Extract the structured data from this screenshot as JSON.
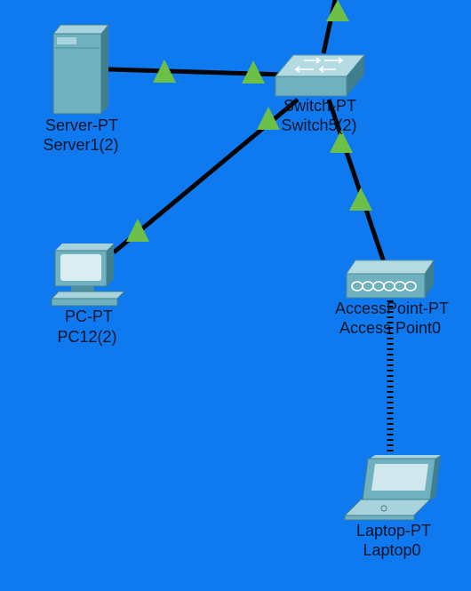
{
  "devices": [
    {
      "id": "server",
      "type_label": "Server-PT",
      "name": "Server1(2)",
      "icon": "server-icon"
    },
    {
      "id": "switch",
      "type_label": "Switch-PT",
      "name": "Switch5(2)",
      "icon": "switch-icon"
    },
    {
      "id": "pc",
      "type_label": "PC-PT",
      "name": "PC12(2)",
      "icon": "pc-icon"
    },
    {
      "id": "ap",
      "type_label": "AccessPoint-PT",
      "name": "Access Point0",
      "icon": "access-point-icon"
    },
    {
      "id": "laptop",
      "type_label": "Laptop-PT",
      "name": "Laptop0",
      "icon": "laptop-icon"
    }
  ],
  "links": [
    {
      "from": "server",
      "to": "switch",
      "kind": "copper",
      "status": "up"
    },
    {
      "from": "pc",
      "to": "switch",
      "kind": "copper",
      "status": "up"
    },
    {
      "from": "switch",
      "to": "ap",
      "kind": "copper",
      "status": "up"
    },
    {
      "from": "switch",
      "to": "offscreen-top",
      "kind": "copper",
      "status": "up"
    },
    {
      "from": "ap",
      "to": "laptop",
      "kind": "wireless",
      "status": "up"
    }
  ],
  "colors": {
    "canvas": "#0f7af0",
    "link": "#050505",
    "link_up_indicator": "#6cc04a",
    "label_text": "#0a1426"
  }
}
